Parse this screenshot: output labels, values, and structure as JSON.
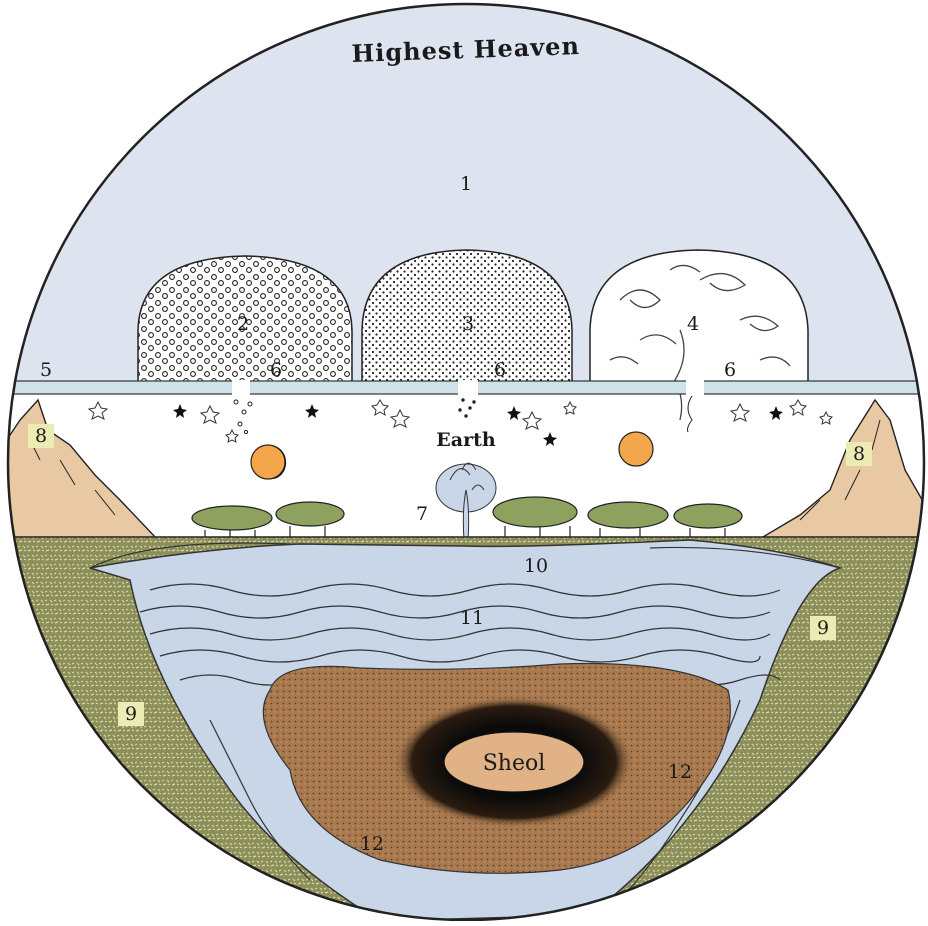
{
  "diagram": {
    "title": "Highest Heaven",
    "earth_label": "Earth",
    "underworld_label": "Sheol",
    "region_numbers": {
      "n1": "1",
      "n2": "2",
      "n3": "3",
      "n4": "4",
      "n5": "5",
      "n6a": "6",
      "n6b": "6",
      "n6c": "6",
      "n7": "7",
      "n8a": "8",
      "n8b": "8",
      "n9a": "9",
      "n9b": "9",
      "n10": "10",
      "n11": "11",
      "n12a": "12",
      "n12b": "12"
    }
  },
  "colors": {
    "heaven_sky": "#dde3ef",
    "waters": "#c9d6e8",
    "earth_ground": "#8c8f5c",
    "mountains": "#e8c9a3",
    "sheol_surround": "#a8794f",
    "sheol_core": "#e0b286",
    "sun": "#f4a64a",
    "firmament": "#cfe2ea",
    "outline": "#333333"
  }
}
